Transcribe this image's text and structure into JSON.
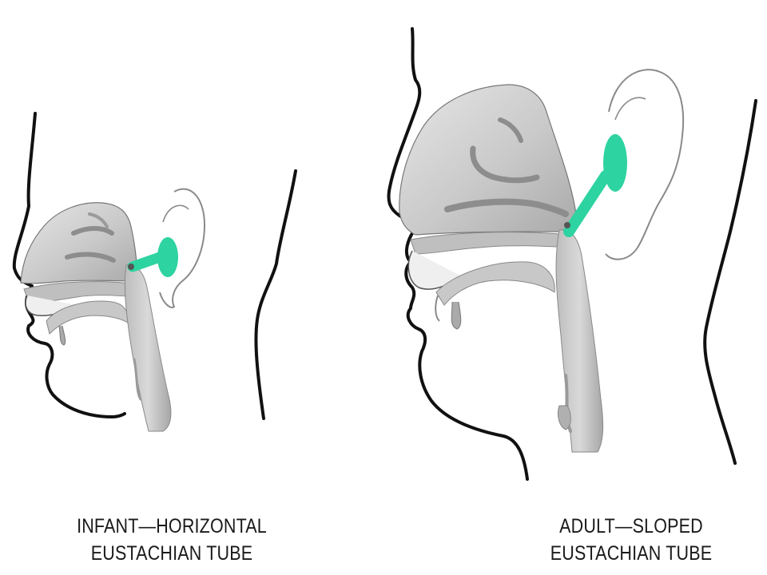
{
  "panels": {
    "infant": {
      "caption_line1": "INFANT—HORIZONTAL",
      "caption_line2": "EUSTACHIAN TUBE"
    },
    "adult": {
      "caption_line1": "ADULT—SLOPED",
      "caption_line2": "EUSTACHIAN TUBE"
    }
  },
  "colors": {
    "eustachian_tube": "#2dd3a0",
    "tissue": "#cfcfcf",
    "tissue_shadow": "#9a9a9a",
    "outline": "#111111",
    "ear_outline": "#8a8a8a"
  }
}
